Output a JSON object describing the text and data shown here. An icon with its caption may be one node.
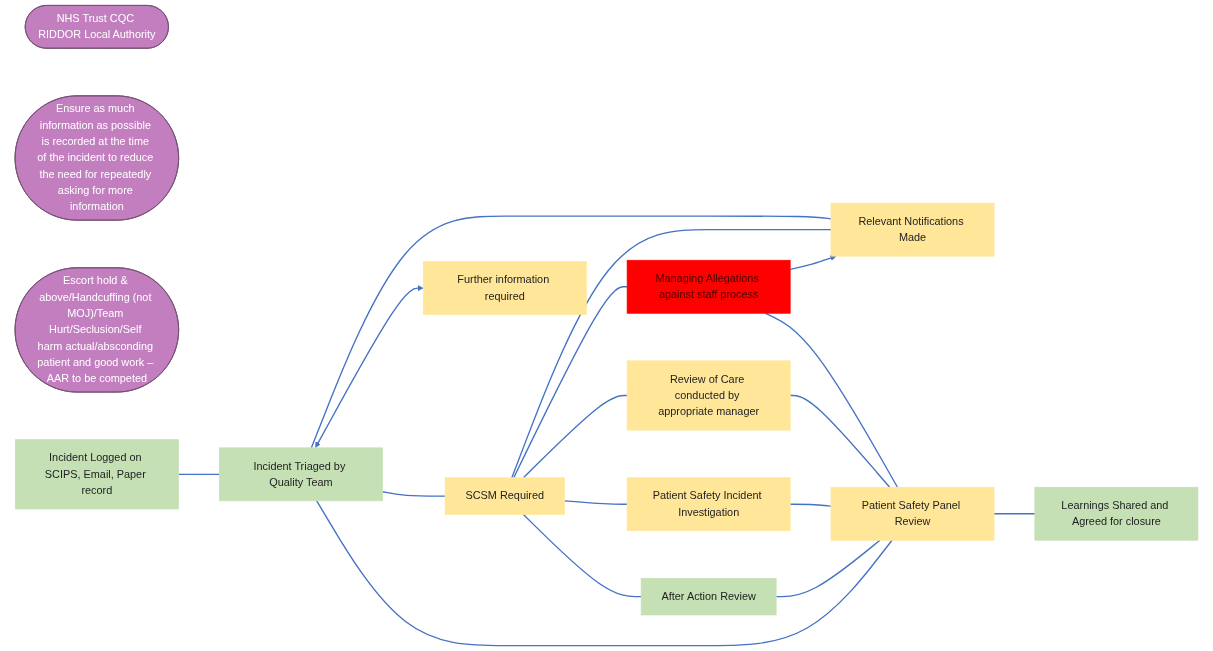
{
  "diagram": {
    "nodes": [
      {
        "text": [
          "NHS Trust CQC RIDDOR Local Authority"
        ]
      },
      {
        "text": [
          "Relevant Notifications Made"
        ]
      },
      {
        "text": [
          "Managing Allegations against staff process"
        ]
      },
      {
        "text": [
          "Ensure as much information as possible is recorded at the time of the incident to reduce the need for repeatedly asking for more information"
        ]
      },
      {
        "text": [
          "Incident Logged on SCIPS, Email, Paper record"
        ]
      },
      {
        "text": [
          "Incident Triaged by Quality Team"
        ]
      },
      {
        "text": [
          "SCSM Required"
        ]
      },
      {
        "text": [
          "Review of Care conducted by appropriate manager"
        ]
      },
      {
        "text": [
          "Patient Safety Panel Review"
        ]
      },
      {
        "text": [
          "Learnings Shared and Agreed for closure"
        ]
      },
      {
        "text": [
          "Further information required"
        ]
      },
      {
        "text": [
          "Patient Safety Incident Investigation"
        ]
      },
      {
        "text": [
          "After Action Review"
        ]
      },
      {
        "text": [
          "Escort hold & above/Handcuffing (not MOJ)/Team Hurt/Seclusion/Self harm actual/absconding patient and good work – AAR to be competed"
        ]
      }
    ],
    "edges": [
      {
        "from": 4,
        "to": 5,
        "arrow": "none"
      },
      {
        "from": 5,
        "to": 1,
        "arrow": "none"
      },
      {
        "from": 6,
        "to": 1,
        "arrow": "none"
      },
      {
        "from": 2,
        "to": 1,
        "arrow": "to"
      },
      {
        "from": 5,
        "to": 6,
        "arrow": "none"
      },
      {
        "from": 5,
        "to": 10,
        "arrow": "both"
      },
      {
        "from": 6,
        "to": 2,
        "arrow": "none"
      },
      {
        "from": 6,
        "to": 7,
        "arrow": "none"
      },
      {
        "from": 6,
        "to": 11,
        "arrow": "none"
      },
      {
        "from": 6,
        "to": 12,
        "arrow": "none"
      },
      {
        "from": 2,
        "to": 8,
        "arrow": "none"
      },
      {
        "from": 7,
        "to": 8,
        "arrow": "none"
      },
      {
        "from": 11,
        "to": 8,
        "arrow": "none"
      },
      {
        "from": 12,
        "to": 8,
        "arrow": "none"
      },
      {
        "from": 5,
        "to": 8,
        "arrow": "none"
      },
      {
        "from": 8,
        "to": 9,
        "arrow": "none"
      }
    ]
  }
}
